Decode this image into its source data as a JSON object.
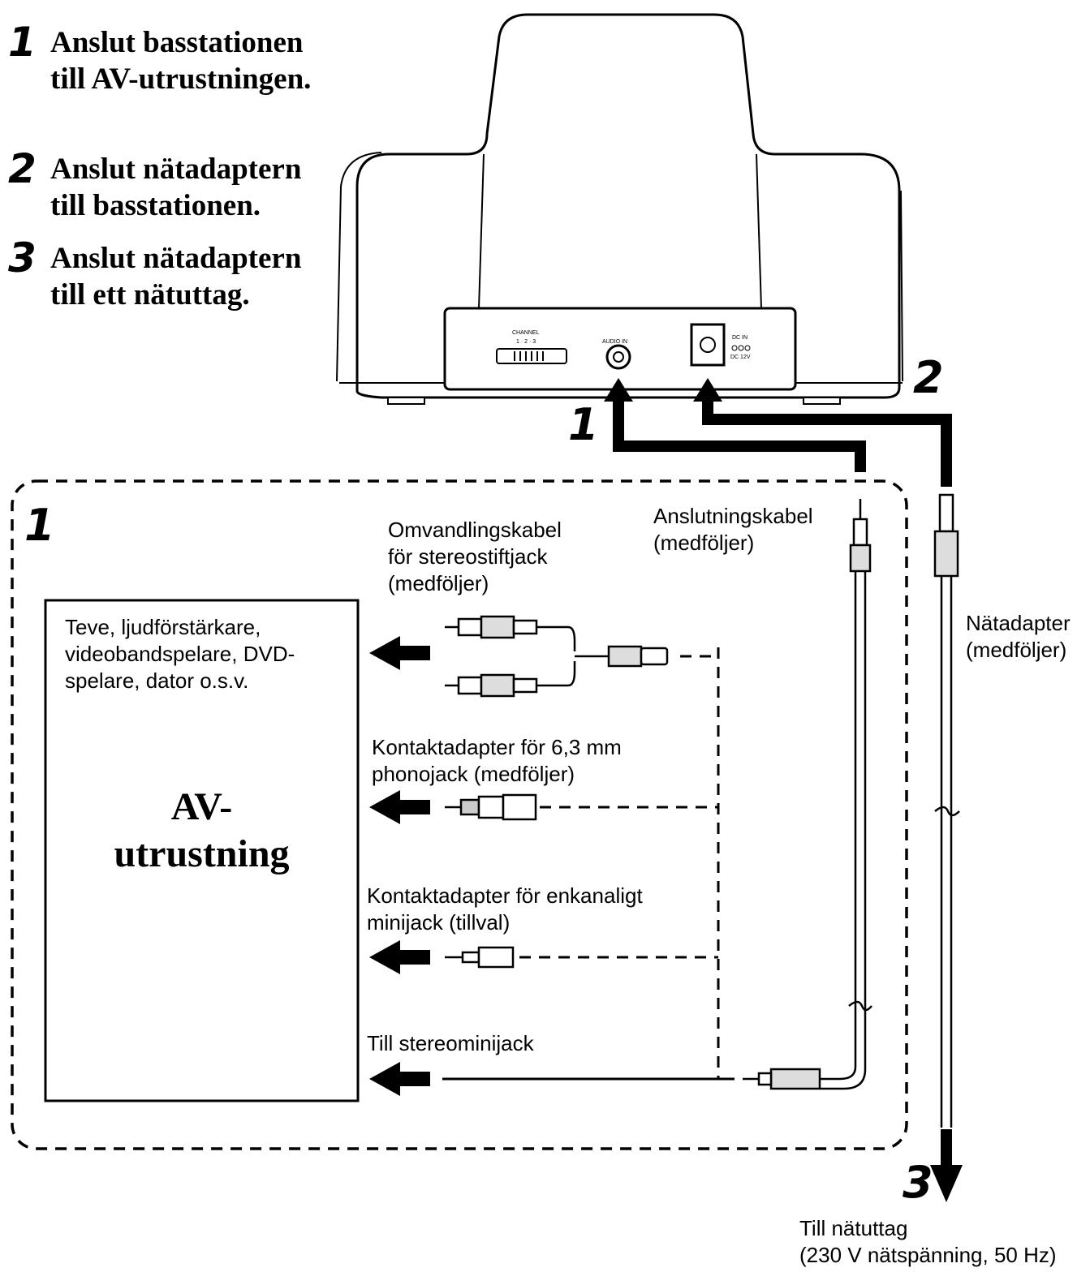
{
  "steps": [
    {
      "num": "1",
      "text": "Anslut basstationen till AV-utrustningen."
    },
    {
      "num": "2",
      "text": "Anslut nätadaptern till basstationen."
    },
    {
      "num": "3",
      "text": "Anslut nätadaptern till ett nätuttag."
    }
  ],
  "base_station": {
    "channel_label": "CHANNEL",
    "channel_positions": "1 · 2 · 3",
    "audio_in_label": "AUDIO IN",
    "dc_in_label": "DC IN",
    "dc_voltage_label": "DC 12V"
  },
  "markers": {
    "arrow_1": "1",
    "arrow_2": "2",
    "box_1": "1",
    "outlet_3": "3"
  },
  "labels": {
    "connection_cable": "Anslutningskabel\n(medföljer)",
    "rca_cable": "Omvandlingskabel\nför stereostiftjack\n(medföljer)",
    "ac_adapter": "Nätadapter\n(medföljer)",
    "av_devices": "Teve, ljudförstärkare,\nvideobandspelare, DVD-\nspelare, dator o.s.v.",
    "av_equipment": "AV-\nutrustning",
    "phono_adapter": "Kontaktadapter för 6,3 mm\nphonojack (medföljer)",
    "mono_adapter": "Kontaktadapter för enkanaligt\nminijack (tillval)",
    "stereo_mini": "Till stereominijack",
    "outlet": "Till nätuttag\n(230 V nätspänning, 50 Hz)"
  }
}
